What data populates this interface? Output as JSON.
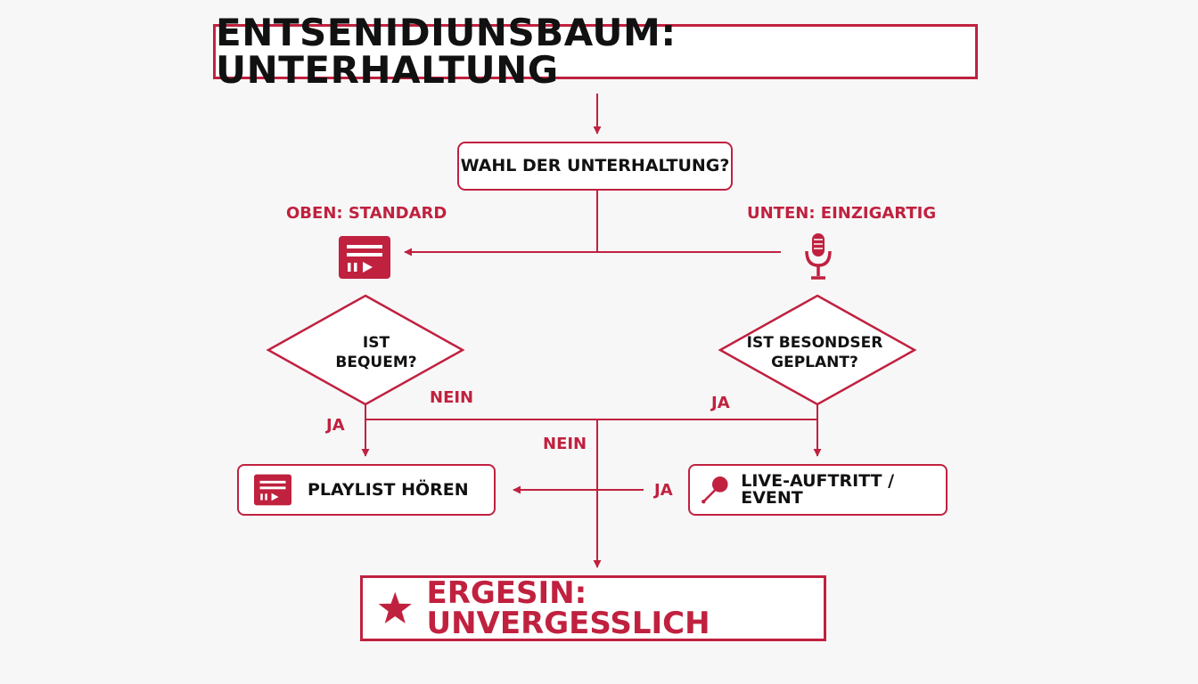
{
  "title": "ENTSENIDIUNSBAUM: UNTERHALTUNG",
  "question": "WAHL DER UNTERHALTUNG?",
  "branches": {
    "left_label": "OBEN: STANDARD",
    "right_label": "UNTEN: EINZIGARTIG",
    "left_icon": "playlist-icon",
    "right_icon": "microphone-icon"
  },
  "decisions": {
    "left_line1": "IST",
    "left_line2": "BEQUEM?",
    "right_line1": "IST BESONDSER",
    "right_line2": "GEPLANT?"
  },
  "edge_labels": {
    "left_yes": "JA",
    "left_no": "NEIN",
    "right_yes": "JA",
    "center_no": "NEIN",
    "mid_yes": "JA"
  },
  "results": {
    "left": "PLAYLIST HÖREN",
    "right": "LIVE-AUFTRITT / EVENT",
    "left_icon": "playlist-icon",
    "right_icon": "microphone-icon"
  },
  "final": {
    "text": "ERGESIN: UNVERGESSLICH",
    "icon": "star-icon"
  },
  "colors": {
    "accent": "#c0213f",
    "text": "#111111",
    "background": "#f7f7f7"
  }
}
